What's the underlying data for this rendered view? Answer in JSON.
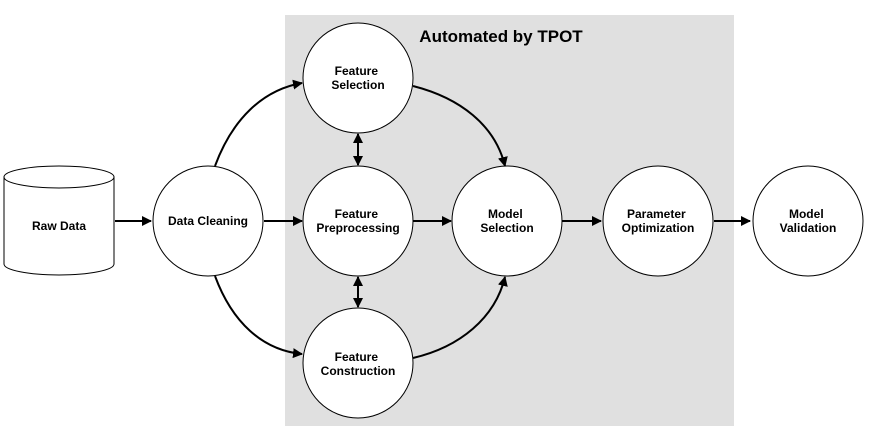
{
  "region": {
    "title": "Automated by TPOT",
    "fill": "#e0e0e0"
  },
  "nodes": {
    "raw_data": {
      "lines": [
        "Raw Data"
      ]
    },
    "data_cleaning": {
      "lines": [
        "Data Cleaning"
      ]
    },
    "feature_selection": {
      "lines": [
        "Feature",
        "Selection"
      ]
    },
    "feature_preprocessing": {
      "lines": [
        "Feature",
        "Preprocessing"
      ]
    },
    "feature_construction": {
      "lines": [
        "Feature",
        "Construction"
      ]
    },
    "model_selection": {
      "lines": [
        "Model",
        "Selection"
      ]
    },
    "parameter_optimization": {
      "lines": [
        "Parameter",
        "Optimization"
      ]
    },
    "model_validation": {
      "lines": [
        "Model",
        "Validation"
      ]
    }
  },
  "colors": {
    "node_fill": "#ffffff",
    "stroke": "#000000"
  }
}
